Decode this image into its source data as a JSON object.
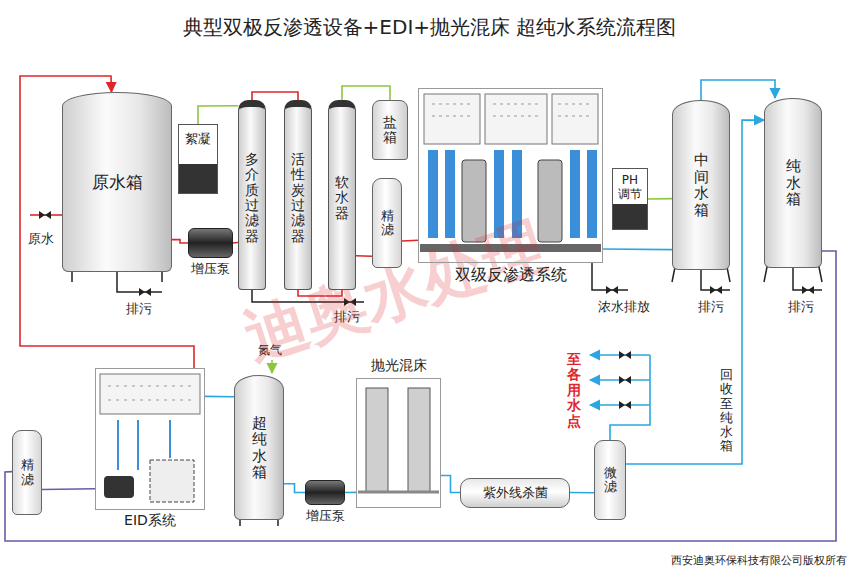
{
  "diagram": {
    "title": "典型双极反渗透设备+EDI+抛光混床 超纯水系统流程图",
    "nodes": [
      {
        "text": [
          "原水箱"
        ]
      },
      {
        "text": [
          "絮凝"
        ]
      },
      {
        "text": [
          "多介质过滤器"
        ]
      },
      {
        "text": [
          "活性炭过滤器"
        ]
      },
      {
        "text": [
          "软水器"
        ]
      },
      {
        "text": [
          "盐箱"
        ]
      },
      {
        "text": [
          "精滤"
        ]
      },
      {
        "text": [
          "双级反渗透系统"
        ]
      },
      {
        "text": [
          "PH调节"
        ]
      },
      {
        "text": [
          "中间水箱"
        ]
      },
      {
        "text": [
          "纯水箱"
        ]
      },
      {
        "text": [
          "增压泵"
        ]
      },
      {
        "text": [
          "EID系统"
        ]
      },
      {
        "text": [
          "精滤"
        ]
      },
      {
        "text": [
          "超纯水箱"
        ]
      },
      {
        "text": [
          "增压泵"
        ]
      },
      {
        "text": [
          "抛光混床"
        ]
      },
      {
        "text": [
          "紫外线杀菌"
        ]
      },
      {
        "text": [
          "微滤"
        ]
      }
    ],
    "edges": [
      {
        "from": 0,
        "to": 11,
        "arrow": "none"
      },
      {
        "from": 11,
        "to": 2,
        "arrow": "none"
      },
      {
        "from": 1,
        "to": 2,
        "arrow": "none"
      },
      {
        "from": 2,
        "to": 3,
        "arrow": "none"
      },
      {
        "from": 3,
        "to": 4,
        "arrow": "none"
      },
      {
        "from": 5,
        "to": 4,
        "arrow": "none"
      },
      {
        "from": 4,
        "to": 6,
        "arrow": "none"
      },
      {
        "from": 6,
        "to": 7,
        "arrow": "none"
      },
      {
        "from": 7,
        "to": 9,
        "arrow": "none"
      },
      {
        "from": 8,
        "to": 9,
        "arrow": "none"
      },
      {
        "from": 9,
        "to": 10,
        "arrow": "to"
      },
      {
        "from": 10,
        "to": 13,
        "arrow": "none"
      },
      {
        "from": 13,
        "to": 12,
        "arrow": "none"
      },
      {
        "from": 12,
        "to": 14,
        "arrow": "none"
      },
      {
        "from": 12,
        "to": 0,
        "arrow": "to"
      },
      {
        "from": 14,
        "to": 15,
        "arrow": "none"
      },
      {
        "from": 15,
        "to": 16,
        "arrow": "none"
      },
      {
        "from": 16,
        "to": 17,
        "arrow": "none"
      },
      {
        "from": 17,
        "to": 18,
        "arrow": "none"
      },
      {
        "from": 18,
        "to": 10,
        "arrow": "to"
      }
    ],
    "labels": [
      "原水",
      "排污",
      "排污",
      "浓水排放",
      "排污",
      "排污",
      "氮气",
      "至各用水点",
      "回收至纯水箱",
      "迪奥水处理",
      "西安迪奥环保科技有限公司版权所有"
    ]
  }
}
